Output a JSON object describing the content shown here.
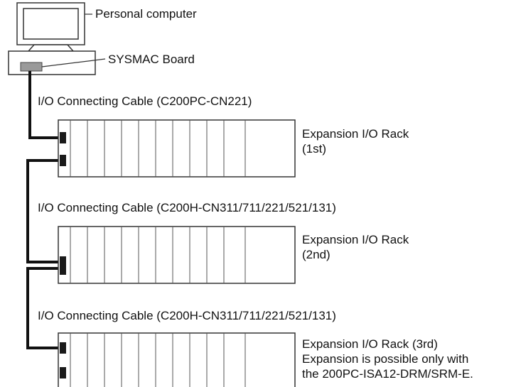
{
  "labels": {
    "personal_computer": "Personal computer",
    "sysmac_board": "SYSMAC Board",
    "cable_1": "I/O Connecting Cable (C200PC-CN221)",
    "rack_1_line1": "Expansion I/O Rack",
    "rack_1_line2": "(1st)",
    "cable_2": "I/O Connecting Cable (C200H-CN311/711/221/521/131)",
    "rack_2_line1": "Expansion I/O Rack",
    "rack_2_line2": "(2nd)",
    "cable_3": "I/O Connecting Cable (C200H-CN311/711/221/521/131)",
    "rack_3_line1": "Expansion I/O Rack (3rd)",
    "rack_3_line2": "Expansion is possible only with",
    "rack_3_line3": "the 200PC-ISA12-DRM/SRM-E."
  },
  "colors": {
    "line": "#333333",
    "cable": "#111111",
    "board_fill": "#9a9a9a",
    "connector": "#1a1a1a"
  }
}
